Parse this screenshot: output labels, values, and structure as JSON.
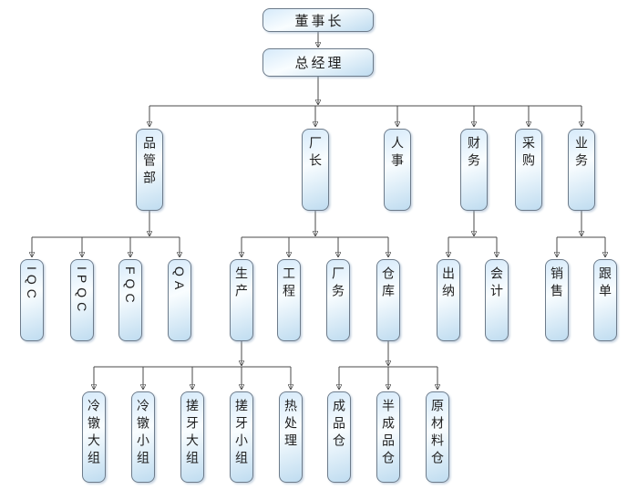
{
  "chart": {
    "type": "org-chart",
    "colors": {
      "node_fill_top": "#d6eafa",
      "node_fill_mid": "#f9fdff",
      "node_fill_bottom": "#bfdcf0",
      "node_border": "#6d7b8a",
      "connector": "#4a4a4a",
      "arrowhead": "#1a1a1a",
      "text": "#1f1f1f",
      "background": "#ffffff"
    }
  },
  "nodes": [
    {
      "id": "chairman",
      "label": "董事长"
    },
    {
      "id": "general-manager",
      "label": "总经理"
    },
    {
      "id": "quality-dept",
      "label": "品管部"
    },
    {
      "id": "factory-director",
      "label": "厂长"
    },
    {
      "id": "hr",
      "label": "人事"
    },
    {
      "id": "finance",
      "label": "财务"
    },
    {
      "id": "purchasing",
      "label": "采购"
    },
    {
      "id": "business",
      "label": "业务"
    },
    {
      "id": "iqc",
      "label": "IQC"
    },
    {
      "id": "ipqc",
      "label": "IPQC"
    },
    {
      "id": "fqc",
      "label": "FQC"
    },
    {
      "id": "qa",
      "label": "QA"
    },
    {
      "id": "production",
      "label": "生产"
    },
    {
      "id": "engineering",
      "label": "工程"
    },
    {
      "id": "factory-affairs",
      "label": "厂务"
    },
    {
      "id": "warehouse",
      "label": "仓库"
    },
    {
      "id": "cashier",
      "label": "出纳"
    },
    {
      "id": "accounting",
      "label": "会计"
    },
    {
      "id": "sales",
      "label": "销售"
    },
    {
      "id": "order-tracking",
      "label": "跟单"
    },
    {
      "id": "cold-heading-large-group",
      "label": "冷镦大组"
    },
    {
      "id": "cold-heading-small-group",
      "label": "冷镦小组"
    },
    {
      "id": "thread-rolling-large-group",
      "label": "搓牙大组"
    },
    {
      "id": "thread-rolling-small-group",
      "label": "搓牙小组"
    },
    {
      "id": "heat-treatment",
      "label": "热处理"
    },
    {
      "id": "finished-goods-warehouse",
      "label": "成品仓"
    },
    {
      "id": "semi-finished-warehouse",
      "label": "半成品仓"
    },
    {
      "id": "raw-material-warehouse",
      "label": "原材料仓"
    }
  ],
  "hierarchy": [
    {
      "parent": "董事长",
      "children": [
        "总经理"
      ]
    },
    {
      "parent": "总经理",
      "children": [
        "品管部",
        "厂长",
        "人事",
        "财务",
        "采购",
        "业务"
      ]
    },
    {
      "parent": "品管部",
      "children": [
        "IQC",
        "IPQC",
        "FQC",
        "QA"
      ]
    },
    {
      "parent": "厂长",
      "children": [
        "生产",
        "工程",
        "厂务",
        "仓库"
      ]
    },
    {
      "parent": "财务",
      "children": [
        "出纳",
        "会计"
      ]
    },
    {
      "parent": "业务",
      "children": [
        "销售",
        "跟单"
      ]
    },
    {
      "parent": "生产",
      "children": [
        "冷镦大组",
        "冷镦小组",
        "搓牙大组",
        "搓牙小组",
        "热处理"
      ]
    },
    {
      "parent": "仓库",
      "children": [
        "成品仓",
        "半成品仓",
        "原材料仓"
      ]
    }
  ]
}
